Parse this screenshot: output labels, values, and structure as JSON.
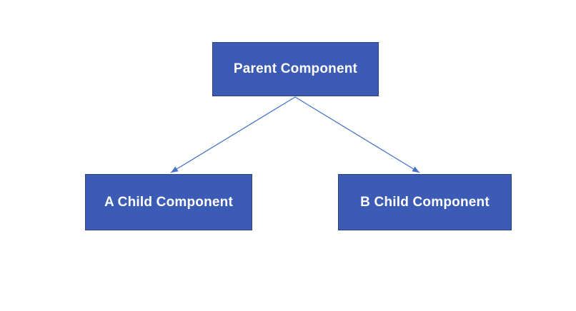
{
  "diagram": {
    "type": "tree",
    "nodes": {
      "parent": {
        "label": "Parent Component"
      },
      "child_a": {
        "label": "A Child Component"
      },
      "child_b": {
        "label": "B Child Component"
      }
    },
    "connectors": [
      {
        "id": "parent-to-child-a",
        "from": "parent",
        "to": "child_a",
        "style": "straight-arrow"
      },
      {
        "id": "parent-to-child-b",
        "from": "parent",
        "to": "child_b",
        "style": "straight-arrow"
      }
    ]
  },
  "colors": {
    "canvas-bg": "#ffffff",
    "node-fill": "#3b5bb4",
    "node-border": "#2b4183",
    "node-text": "#ffffff",
    "connector": "#4673c8"
  }
}
